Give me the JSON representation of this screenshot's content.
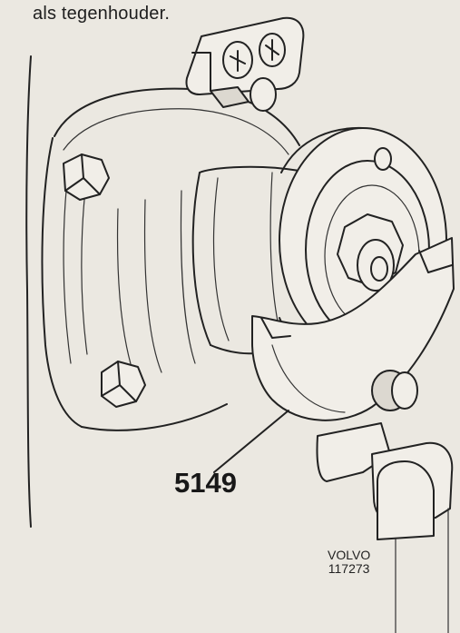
{
  "caption": "als tegenhouder.",
  "tool_label": "5149",
  "reference": {
    "brand": "VOLVO",
    "number": "117273"
  },
  "colors": {
    "paper": "#ebe8e1",
    "ink": "#222222"
  }
}
